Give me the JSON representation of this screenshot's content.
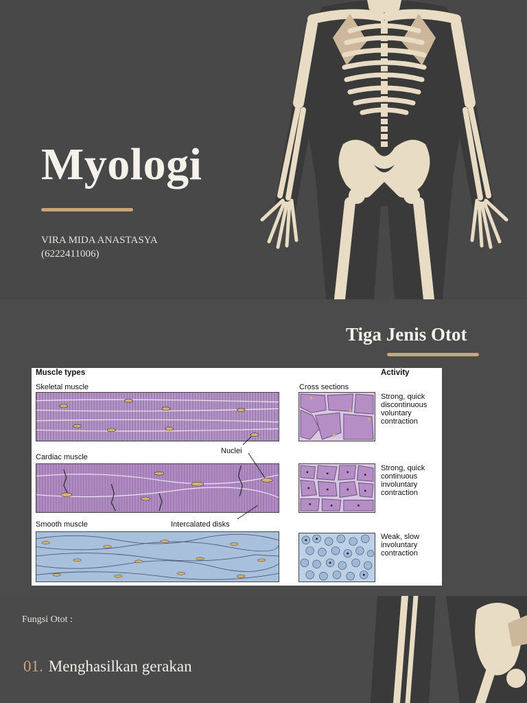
{
  "slide1": {
    "title": "Myologi",
    "author_name": "VIRA MIDA ANASTASYA",
    "author_id": "(6222411006)",
    "accent_color": "#c9a47e"
  },
  "slide2": {
    "title": "Tiga Jenis Otot",
    "figure": {
      "header_left": "Muscle types",
      "header_cross": "Cross sections",
      "header_right": "Activity",
      "label_nuclei": "Nuclei",
      "label_intercalated": "Intercalated disks",
      "muscles": [
        {
          "name": "Skeletal muscle",
          "activity": [
            "Strong, quick",
            "discontinuous",
            "voluntary",
            "contraction"
          ],
          "color": "#b89ac8"
        },
        {
          "name": "Cardiac muscle",
          "activity": [
            "Strong, quick",
            "continuous",
            "involuntary",
            "contraction"
          ],
          "color": "#b48ec4"
        },
        {
          "name": "Smooth muscle",
          "activity": [
            "Weak, slow",
            "involuntary",
            "contraction"
          ],
          "color": "#a8c0dc"
        }
      ]
    }
  },
  "slide3": {
    "label": "Fungsi Otot :",
    "items": [
      {
        "number": "01.",
        "text": "Menghasilkan gerakan"
      }
    ]
  }
}
